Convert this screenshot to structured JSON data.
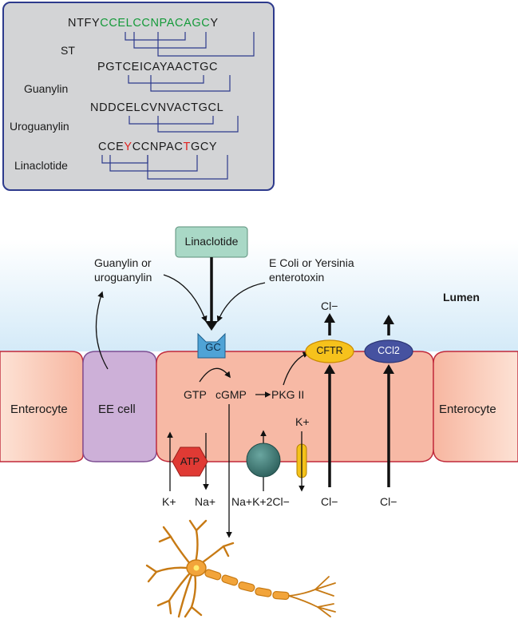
{
  "peptides": [
    {
      "name": "ST",
      "sequence": [
        {
          "t": "NTFY",
          "c": "black"
        },
        {
          "t": "CCELCCNPACAGC",
          "c": "green"
        },
        {
          "t": "Y",
          "c": "black"
        }
      ]
    },
    {
      "name": "Guanylin",
      "sequence": [
        {
          "t": "PGTCEICAYAACTGC",
          "c": "black"
        }
      ]
    },
    {
      "name": "Uroguanylin",
      "sequence": [
        {
          "t": "NDDCELCVNVACTGCL",
          "c": "black"
        }
      ]
    },
    {
      "name": "Linaclotide",
      "sequence": [
        {
          "t": "CCE",
          "c": "black"
        },
        {
          "t": "Y",
          "c": "red"
        },
        {
          "t": "CCNPAC",
          "c": "black"
        },
        {
          "t": "T",
          "c": "red"
        },
        {
          "t": "GCY",
          "c": "black"
        }
      ]
    }
  ],
  "labels": {
    "linaclotide_box": "Linaclotide",
    "guanylin_src": "Guanylin or\nuroguanylin",
    "ecoli_src": "E Coli or Yersinia\nenterotoxin",
    "lumen": "Lumen",
    "gc": "GC",
    "cftr": "CFTR",
    "ccl2": "CCl2",
    "cl_out_1": "Cl−",
    "enterocyte_left": "Enterocyte",
    "enterocyte_right": "Enterocyte",
    "ee_cell": "EE cell",
    "gtp": "GTP",
    "cgmp": "cGMP",
    "pkg": "PKG II",
    "atp": "ATP",
    "k_plus_top": "K+",
    "k_plus": "K+",
    "na_plus": "Na+",
    "nkcc": "Na+K+2Cl−",
    "cl_in_1": "Cl−",
    "cl_in_2": "Cl−"
  },
  "colors": {
    "panel_border": "#2d3a8c",
    "panel_bg": "#d3d4d6",
    "green_seq": "#159a3a",
    "red_res": "#e0221f",
    "bond": "#2d3a8c",
    "cell_fill": "#f7b9a5",
    "ee_fill": "#cdb0d8",
    "lumen_top": "#ffffff",
    "lumen_bottom": "#d8ecf8",
    "gc_fill": "#4fa3d6",
    "cftr_fill": "#f6c21c",
    "ccl2_fill": "#4652a0",
    "atp_fill": "#e03a34",
    "nkcc_fill": "#3f7c78",
    "k_channel_fill": "#f4c21a",
    "linaclotide_box_fill": "#a9d8c6",
    "neuron_fill": "#f2a43a"
  }
}
